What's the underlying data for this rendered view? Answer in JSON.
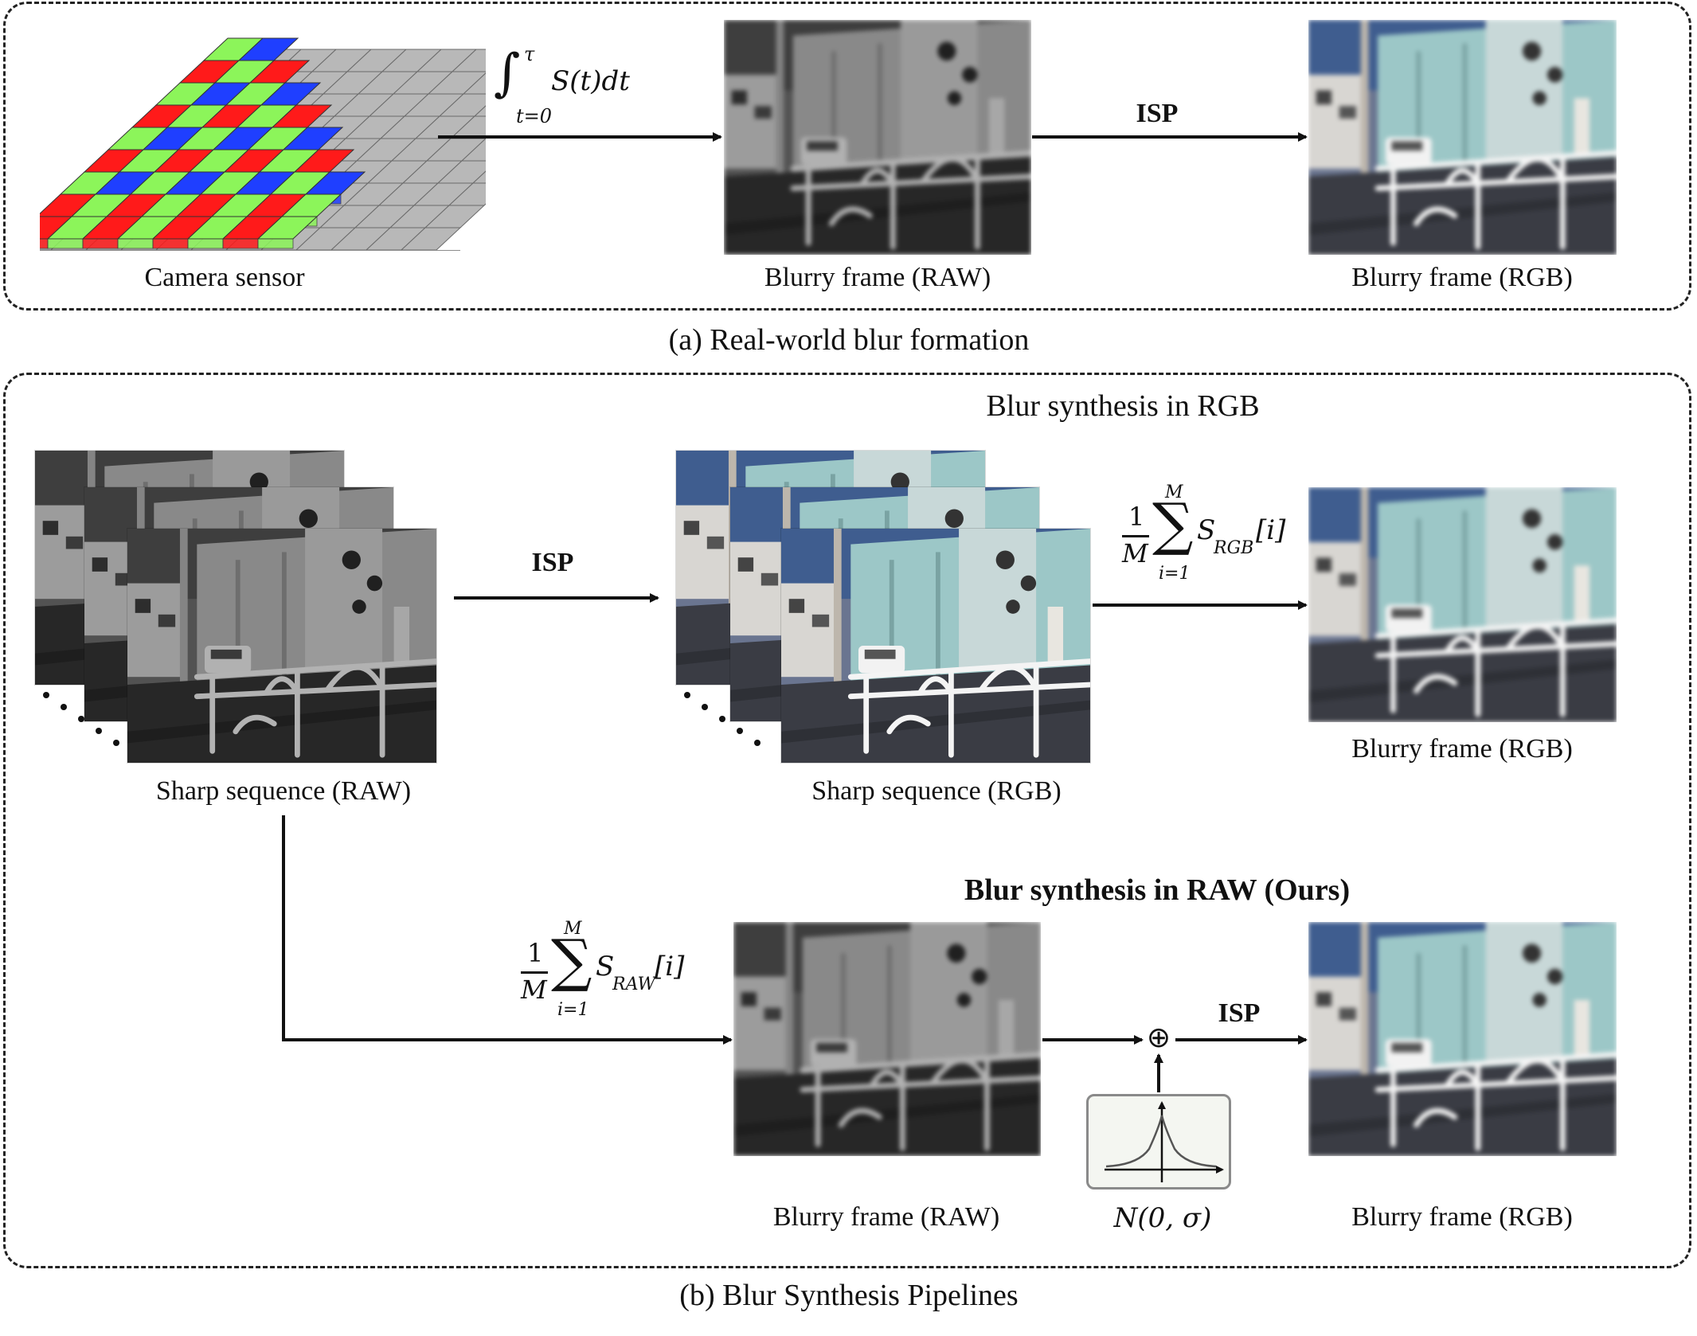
{
  "panel_a": {
    "caption": "(a) Real-world blur formation",
    "sensor_label": "Camera sensor",
    "integral_upper": "τ",
    "integral_lower": "t=0",
    "integral_body": "S(t)dt",
    "isp_label": "ISP",
    "raw_frame_label": "Blurry frame (RAW)",
    "rgb_frame_label": "Blurry frame (RGB)"
  },
  "panel_b": {
    "caption": "(b) Blur Synthesis Pipelines",
    "rgb_title": "Blur synthesis in RGB",
    "raw_title": "Blur synthesis in RAW (Ours)",
    "sharp_raw_label": "Sharp sequence (RAW)",
    "sharp_rgb_label": "Sharp sequence (RGB)",
    "isp_label_1": "ISP",
    "isp_label_2": "ISP",
    "blurry_rgb_label_1": "Blurry frame (RGB)",
    "blurry_raw_label": "Blurry frame (RAW)",
    "blurry_rgb_label_2": "Blurry frame (RGB)",
    "sum_rgb": {
      "num": "1",
      "den": "M",
      "upper": "M",
      "lower": "i=1",
      "term": "S",
      "sub": "RGB",
      "index": "[i]"
    },
    "sum_raw": {
      "num": "1",
      "den": "M",
      "upper": "M",
      "lower": "i=1",
      "term": "S",
      "sub": "RAW",
      "index": "[i]"
    },
    "plus_symbol": "⊕",
    "noise_label": "N(0, σ)"
  },
  "colors": {
    "bayer_red": "#ff1a1a",
    "bayer_green": "#8cf55a",
    "bayer_blue": "#1f3fff",
    "sensor_gray": "#b8b8b8",
    "ours_panel_bg": "#eaf2e3",
    "sky": "#3f5d8f",
    "wall_teal": "#9cc7c7"
  }
}
